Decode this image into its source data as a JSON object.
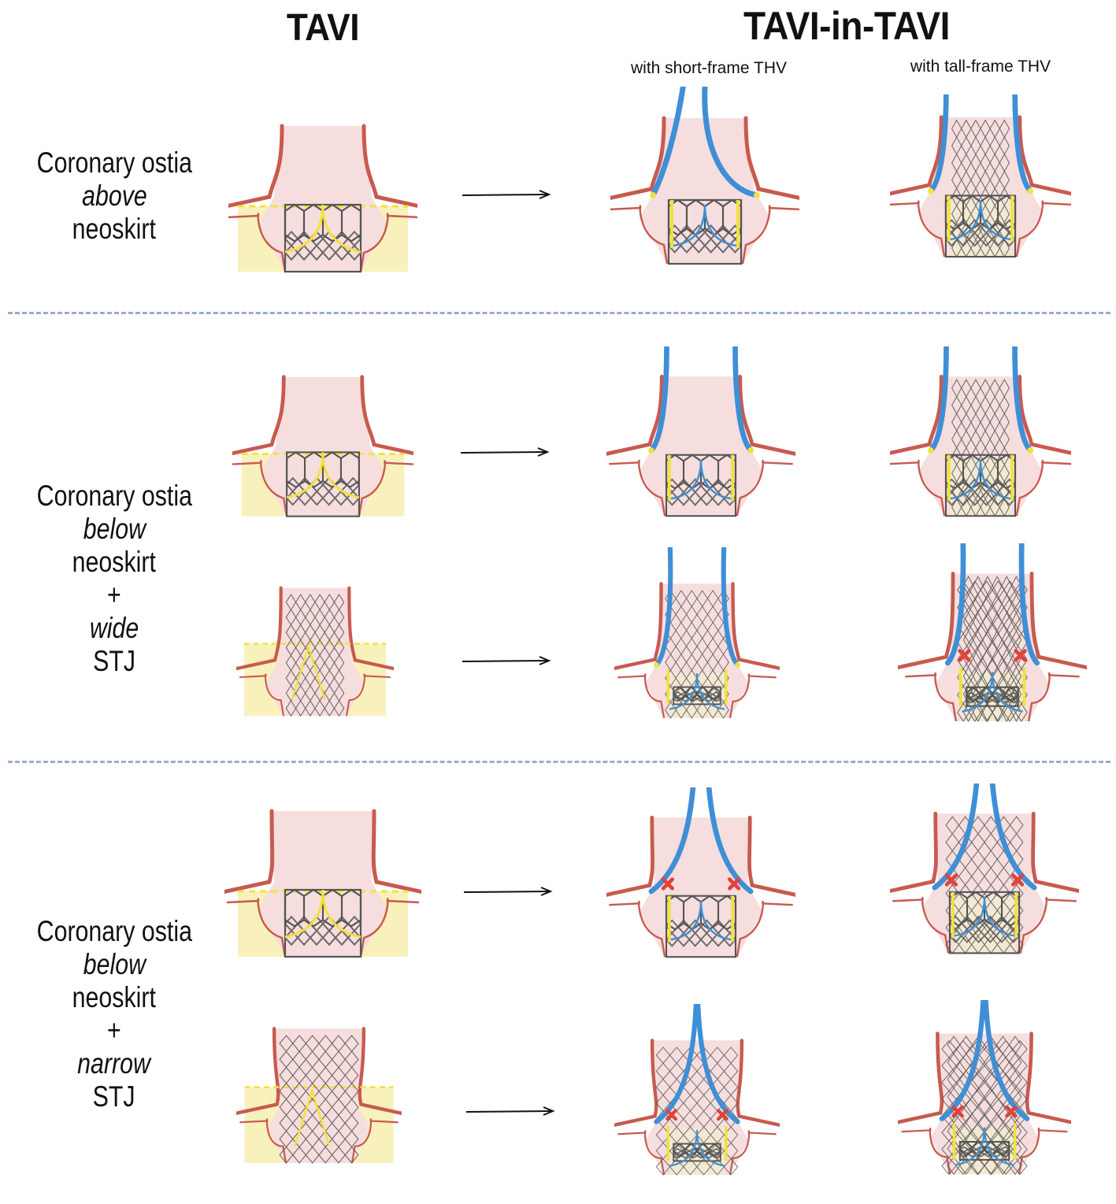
{
  "headers": {
    "tavi": "TAVI",
    "tavi_in_tavi": "TAVI-in-TAVI",
    "short_frame": "with short-frame THV",
    "tall_frame": "with tall-frame THV"
  },
  "colors": {
    "aorta_wall": "#c85a4f",
    "aorta_fill": "#f6dede",
    "neoskirt_zone": "#f7eeb0",
    "leaflet_yellow": "#f2e23c",
    "coronary_blue": "#3f8fd6",
    "frame_gray": "#555555",
    "obstruction_red": "#e0433a",
    "divider_blue": "#8fa3cf",
    "arrow": "#111111"
  },
  "rows": [
    {
      "id": "above",
      "label": {
        "line1": "Coronary ostia",
        "line2": "above",
        "line3": "neoskirt",
        "plus": "",
        "line4_italic": "",
        "line4_rest": ""
      },
      "scenarios": [
        {
          "index_valve": "short-frame",
          "stj": "normal",
          "short_result": "patent",
          "tall_result": "patent"
        }
      ]
    },
    {
      "id": "below-wide",
      "label": {
        "line1": "Coronary ostia",
        "line2": "below",
        "line3": "neoskirt",
        "plus": "+",
        "line4_italic": "wide",
        "line4_rest": " STJ"
      },
      "scenarios": [
        {
          "index_valve": "short-frame",
          "stj": "wide",
          "short_result": "patent",
          "tall_result": "patent"
        },
        {
          "index_valve": "tall-frame",
          "stj": "wide",
          "short_result": "patent",
          "tall_result": "obstructed"
        }
      ]
    },
    {
      "id": "below-narrow",
      "label": {
        "line1": "Coronary ostia",
        "line2": "below",
        "line3": "neoskirt",
        "plus": "+",
        "line4_italic": "narrow",
        "line4_rest": " STJ"
      },
      "scenarios": [
        {
          "index_valve": "short-frame",
          "stj": "narrow",
          "short_result": "obstructed",
          "tall_result": "obstructed"
        },
        {
          "index_valve": "tall-frame",
          "stj": "narrow",
          "short_result": "obstructed",
          "tall_result": "obstructed"
        }
      ]
    }
  ]
}
